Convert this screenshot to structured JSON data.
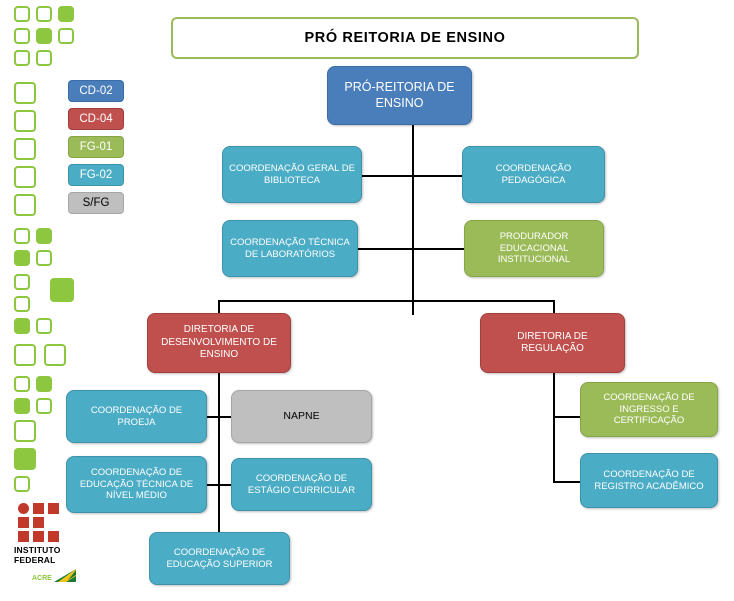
{
  "title": "PRÓ REITORIA DE ENSINO",
  "legend": [
    {
      "code": "CD-02",
      "color": "#4a7ebb"
    },
    {
      "code": "CD-04",
      "color": "#c0504d"
    },
    {
      "code": "FG-01",
      "color": "#9bbb59"
    },
    {
      "code": "FG-02",
      "color": "#4bacc6"
    },
    {
      "code": "S/FG",
      "color": "#bfbfbf"
    }
  ],
  "nodes": {
    "pro_reitoria": "PRÓ-REITORIA DE ENSINO",
    "coord_geral_biblioteca": "COORDENAÇÃO GERAL DE BIBLIOTECA",
    "coord_pedagogica": "COORDENAÇÃO PEDAGÓGICA",
    "coord_tecnica_lab": "COORDENAÇÃO TÉCNICA DE LABORATÓRIOS",
    "produrador_educacional": "PRODURADOR EDUCACIONAL INSTITUCIONAL",
    "diretoria_desenvolvimento": "DIRETORIA DE DESENVOLVIMENTO DE ENSINO",
    "diretoria_regulacao": "DIRETORIA DE REGULAÇÃO",
    "coord_proeja": "COORDENAÇÃO DE PROEJA",
    "napne": "NAPNE",
    "coord_ingresso": "COORDENAÇÃO DE INGRESSO E CERTIFICAÇÃO",
    "coord_educacao_tecnica": "COORDENAÇÃO DE EDUCAÇÃO TÉCNICA DE NÍVEL MÉDIO",
    "coord_estagio": "COORDENAÇÃO DE ESTÁGIO CURRICULAR",
    "coord_registro": "COORDENAÇÃO DE REGISTRO ACADÊMICO",
    "coord_educacao_superior": "COORDENAÇÃO DE EDUCAÇÃO SUPERIOR"
  },
  "logo": {
    "line1": "INSTITUTO",
    "line2": "FEDERAL",
    "state": "ACRE"
  }
}
